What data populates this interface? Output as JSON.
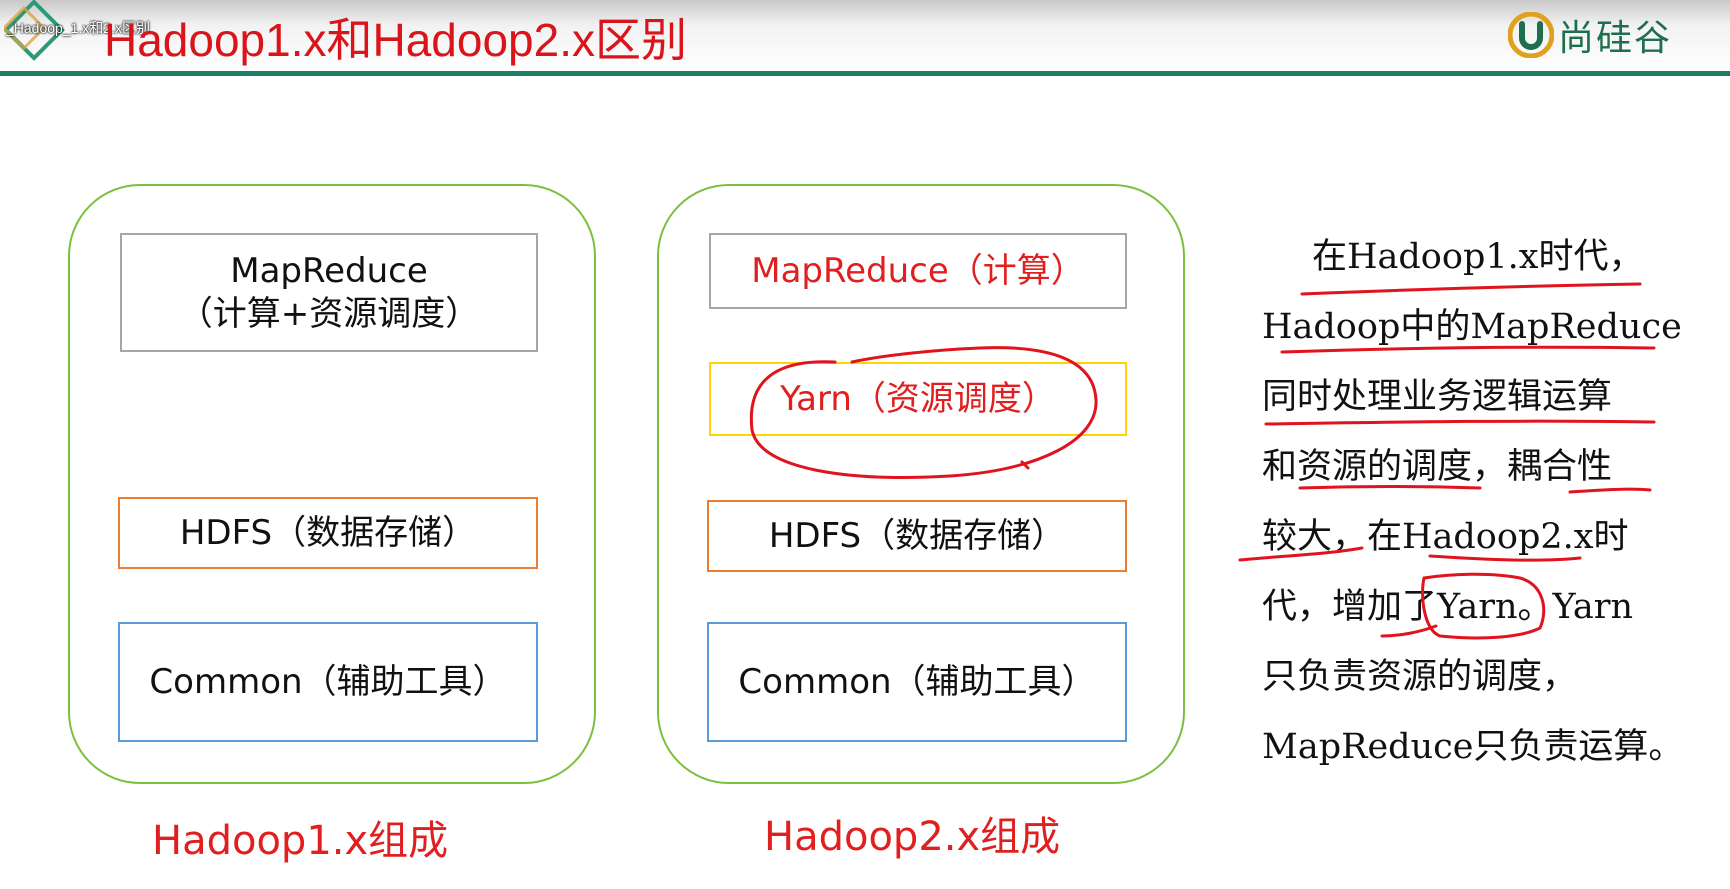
{
  "window": {
    "title": "_Hadoop_1.x和2.x区别"
  },
  "slide": {
    "title": "Hadoop1.x和Hadoop2.x区别",
    "logo_text": "尚硅谷"
  },
  "hadoop1": {
    "mapreduce_line1": "MapReduce",
    "mapreduce_line2": "（计算+资源调度）",
    "hdfs": "HDFS（数据存储）",
    "common": "Common（辅助工具）",
    "caption": "Hadoop1.x组成"
  },
  "hadoop2": {
    "mapreduce": "MapReduce（计算）",
    "yarn": "Yarn（资源调度）",
    "hdfs": "HDFS（数据存储）",
    "common": "Common（辅助工具）",
    "caption": "Hadoop2.x组成"
  },
  "description": {
    "lines": [
      "在Hadoop1.x时代，",
      "Hadoop中的MapReduce",
      "同时处理业务逻辑运算",
      "和资源的调度，耦合性",
      "较大，在Hadoop2.x时",
      "代，增加了Yarn。Yarn",
      "只负责资源的调度，",
      "MapReduce只负责运算。"
    ]
  },
  "colors": {
    "accent_red": "#e02020",
    "header_green": "#1f7f62",
    "container_green": "#7cbf3f",
    "box_orange": "#ed7d31",
    "box_blue": "#5b9bd5",
    "box_yellow": "#ffd400",
    "box_gray": "#a6a6a6"
  }
}
